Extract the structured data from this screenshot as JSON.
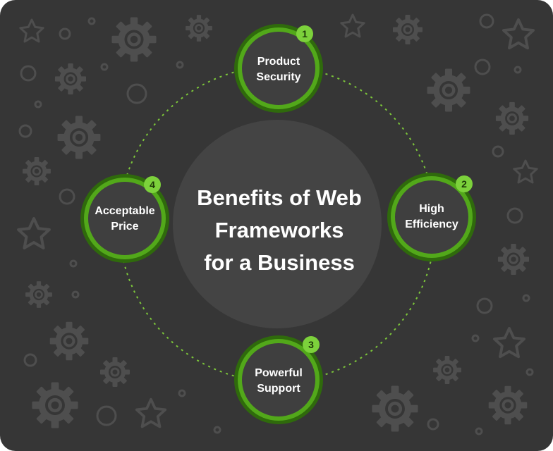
{
  "title_lines": [
    "Benefits of Web",
    "Frameworks",
    "for a Business"
  ],
  "nodes": [
    {
      "number": "1",
      "lines": [
        "Product",
        "Security"
      ]
    },
    {
      "number": "2",
      "lines": [
        "High",
        "Efficiency"
      ]
    },
    {
      "number": "3",
      "lines": [
        "Powerful",
        "Support"
      ]
    },
    {
      "number": "4",
      "lines": [
        "Acceptable",
        "Price"
      ]
    }
  ],
  "colors": {
    "background": "#363636",
    "center_circle": "#444444",
    "node_fill": "#3f3f3f",
    "ring_green": "#52a81a",
    "ring_dark_green": "#2f6a0c",
    "badge": "#7cd13b",
    "dotted_orbit": "#7cc63a",
    "decor": "#4e4e4e",
    "text": "#ffffff"
  },
  "decor_icons": [
    "star-icon",
    "gear-icon",
    "ring-icon"
  ]
}
